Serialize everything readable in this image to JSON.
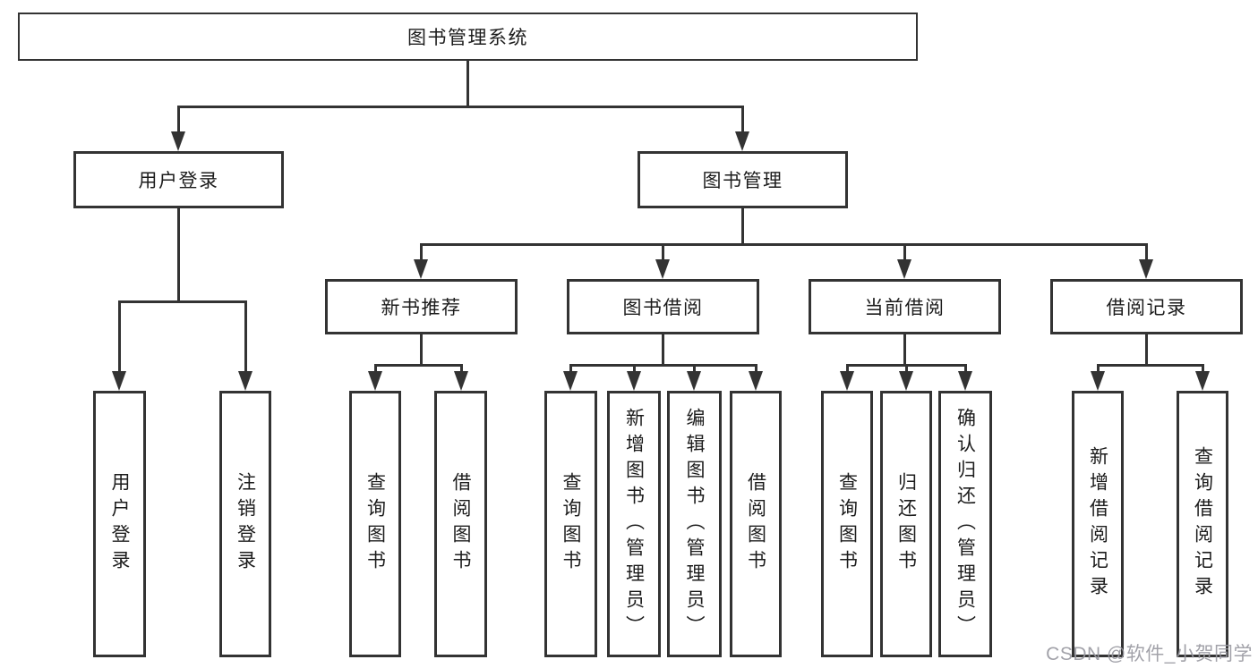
{
  "tree": {
    "label": "图书管理系统",
    "children": [
      {
        "label": "用户登录",
        "children": [
          {
            "label": "用户登录"
          },
          {
            "label": "注销登录"
          }
        ]
      },
      {
        "label": "图书管理",
        "children": [
          {
            "label": "新书推荐",
            "children": [
              {
                "label": "查询图书"
              },
              {
                "label": "借阅图书"
              }
            ]
          },
          {
            "label": "图书借阅",
            "children": [
              {
                "label": "查询图书"
              },
              {
                "label": "新增图书（管理员）"
              },
              {
                "label": "编辑图书（管理员）"
              },
              {
                "label": "借阅图书"
              }
            ]
          },
          {
            "label": "当前借阅",
            "children": [
              {
                "label": "查询图书"
              },
              {
                "label": "归还图书"
              },
              {
                "label": "确认归还（管理员）"
              }
            ]
          },
          {
            "label": "借阅记录",
            "children": [
              {
                "label": "新增借阅记录"
              },
              {
                "label": "查询借阅记录"
              }
            ]
          }
        ]
      }
    ]
  },
  "watermark": {
    "text": "CSDN @软件_小贺同学"
  },
  "colors": {
    "line": "#333333",
    "text": "#1c1c1c",
    "background": "#ffffff",
    "watermark": "#9898a0"
  }
}
